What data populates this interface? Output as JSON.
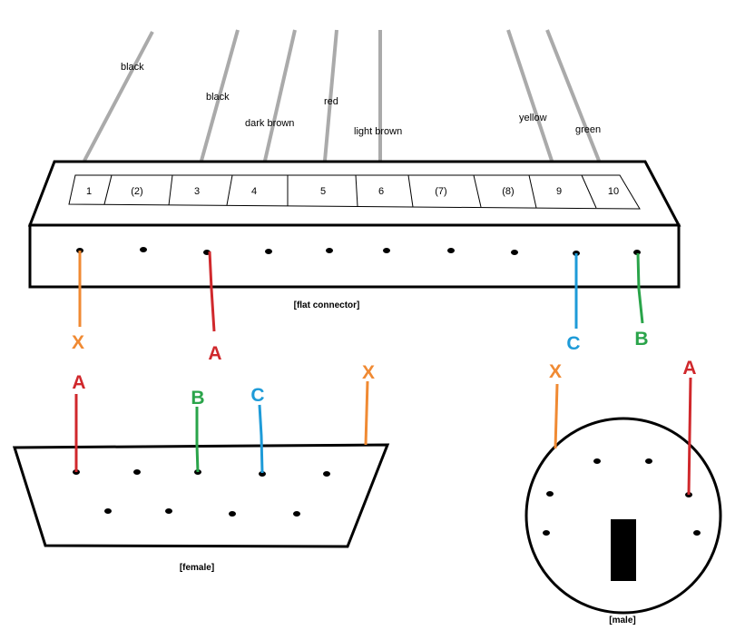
{
  "colors": {
    "A": "#d0282c",
    "B": "#2aa44a",
    "C": "#1e9bd8",
    "X": "#f08a33",
    "wire_gray": "#aaaaaa",
    "outline": "#000000"
  },
  "wires": [
    {
      "id": "w1",
      "label": "black"
    },
    {
      "id": "w3",
      "label": "black"
    },
    {
      "id": "w4",
      "label": "dark brown"
    },
    {
      "id": "w5",
      "label": "red"
    },
    {
      "id": "w6",
      "label": "light brown"
    },
    {
      "id": "w9",
      "label": "yellow"
    },
    {
      "id": "w10",
      "label": "green"
    }
  ],
  "flat_connector": {
    "caption": "[flat connector]",
    "pins": [
      "1",
      "(2)",
      "3",
      "4",
      "5",
      "6",
      "(7)",
      "(8)",
      "9",
      "10"
    ]
  },
  "female": {
    "caption": "[female]"
  },
  "male": {
    "caption": "[male]"
  },
  "signals": {
    "A": "A",
    "B": "B",
    "C": "C",
    "X": "X"
  }
}
